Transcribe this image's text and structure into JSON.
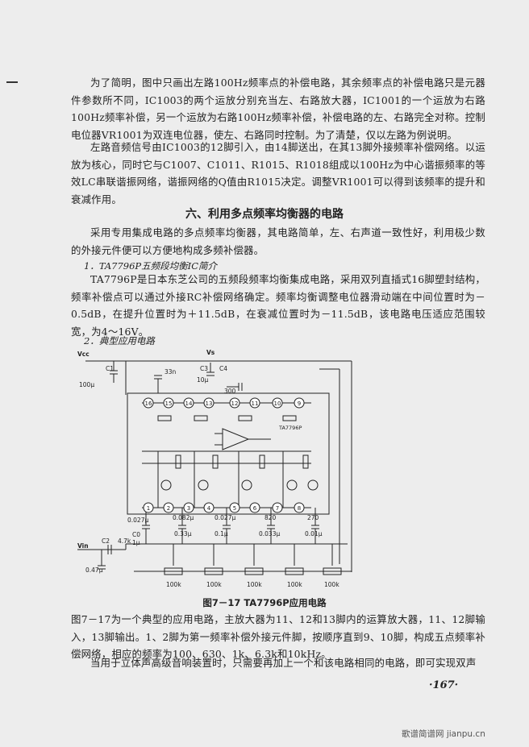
{
  "paragraphs": {
    "p1": "为了简明，图中只画出左路100Hz频率点的补偿电路，其余频率点的补偿电路只是元器件参数所不同，IC1003的两个运放分别充当左、右路放大器，IC1001的一个运放为右路100Hz频率补偿，另一个运放为右路100Hz频率补偿，补偿电路的左、右路完全对称。控制电位器VR1001为双连电位器，使左、右路同时控制。为了清楚，仅以左路为例说明。",
    "p2": "左路音频信号由IC1003的12脚引入，由14脚送出，在其13脚外接频率补偿网络。以运放为核心，同时它与C1007、C1011、R1015、R1018组成以100Hz为中心谐振频率的等效LC串联谐振网络，谐振网络的Q值由R1015决定。调整VR1001可以得到该频率的提升和衰减作用。",
    "p3": "采用专用集成电路的多点频率均衡器，其电路简单，左、右声道一致性好，利用极少数的外接元件便可以方便地构成多频补偿器。",
    "p4": "TA7796P是日本东芝公司的五频段频率均衡集成电路，采用双列直插式16脚塑封结构，频率补偿点可以通过外接RC补偿网络确定。频率均衡调整电位器滑动端在中间位置时为－0.5dB，在提升位置时为＋11.5dB，在衰减位置时为－11.5dB，该电路电压适应范围较宽，为4～16V。",
    "p5": "图7－17为一个典型的应用电路，主放大器为11、12和13脚内的运算放大器，11、12脚输入，13脚输出。1、2脚为第一频率补偿外接元件脚，按顺序直到9、10脚，构成五点频率补偿网络，相应的频率为100、630、1k、6.3k和10kHz。",
    "p6": "当用于立体声高级音响装置时，只需要再加上一个和该电路相同的电路，即可实现双声"
  },
  "section_title": "六、利用多点频率均衡器的电路",
  "sub1": "1．TA7796P五频段均衡IC简介",
  "sub2": "2．典型应用电路",
  "circuit": {
    "vcc": "Vcc",
    "vs": "Vs",
    "vin": "Vin",
    "ic": "TA7796P",
    "top_labels": [
      "C1",
      "33n",
      "C3",
      "10μ",
      "C4",
      "300",
      "100μ"
    ],
    "bottom_labels": [
      "0.027μ",
      "0.082μ",
      "0.33μ",
      "0.027μ",
      "0.1μ",
      "820",
      "0.033μ",
      "270",
      "0.01μ",
      "C2",
      "4.7k",
      "C0",
      "1μ",
      "0.47μ"
    ],
    "pot_labels": [
      "100k",
      "100k",
      "100k",
      "100k",
      "100k"
    ],
    "top_pins": [
      "16",
      "15",
      "14",
      "13",
      "12",
      "11",
      "10",
      "9"
    ],
    "bottom_pins": [
      "1",
      "2",
      "3",
      "4",
      "5",
      "6",
      "7",
      "8"
    ]
  },
  "caption": "图7－17  TA7796P应用电路",
  "page_number": "·167·",
  "watermark": "歌谱简谱网 jianpu.cn"
}
